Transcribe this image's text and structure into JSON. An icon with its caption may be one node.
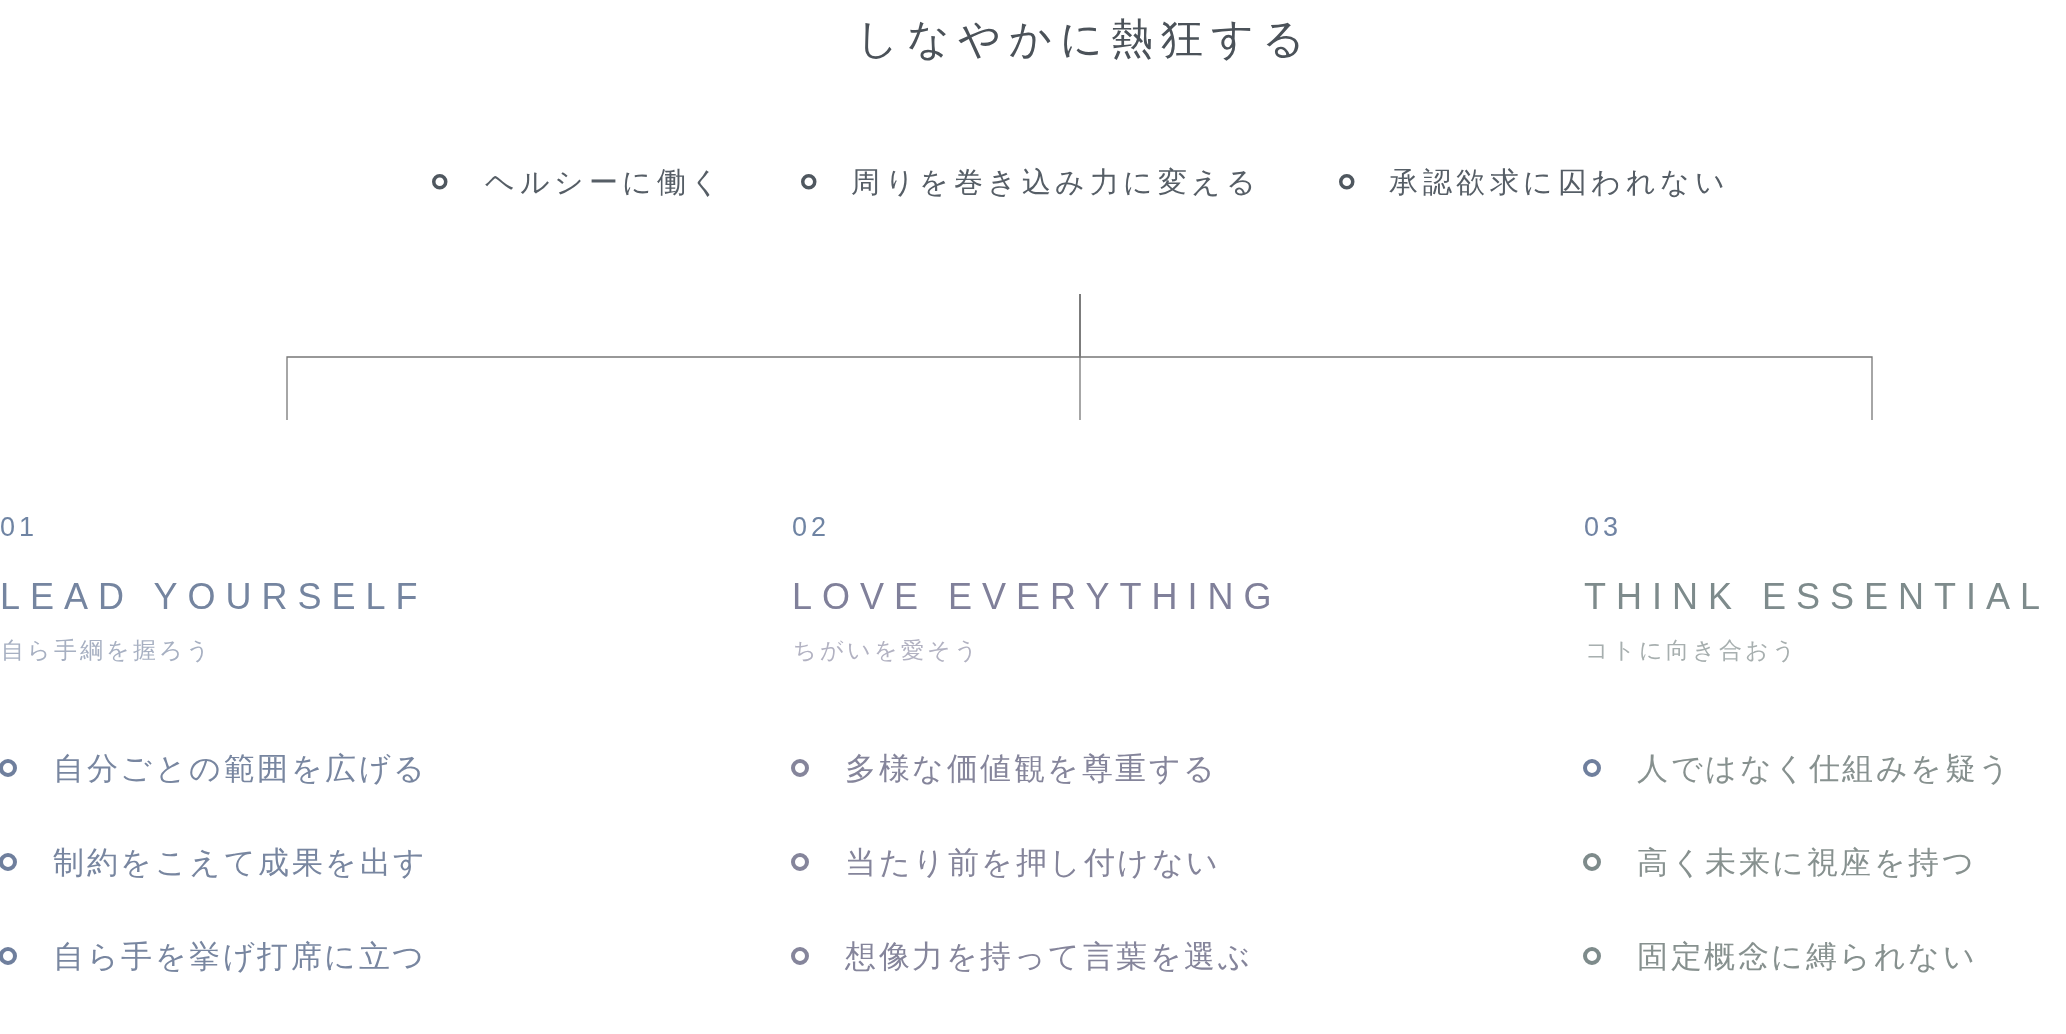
{
  "diagram": {
    "title": "しなやかに熱狂する",
    "nodes": [
      {
        "text": [
          "ヘルシーに働く",
          "周りを巻き込み力に変える",
          "承認欲求に囚われない"
        ]
      },
      {
        "text": [
          "01",
          "LEAD YOURSELF",
          "自ら手綱を握ろう",
          "自分ごとの範囲を広げる",
          "制約をこえて成果を出す",
          "自ら手を挙げ打席に立つ"
        ]
      },
      {
        "text": [
          "02",
          "LOVE EVERYTHING",
          "ちがいを愛そう",
          "多様な価値観を尊重する",
          "当たり前を押し付けない",
          "想像力を持って言葉を選ぶ"
        ]
      },
      {
        "text": [
          "03",
          "THINK ESSENTIAL",
          "コトに向き合おう",
          "人ではなく仕組みを疑う",
          "高く未来に視座を持つ",
          "固定概念に縛られない"
        ]
      }
    ],
    "edges": [
      {
        "from": 0,
        "to": 1,
        "arrow": "none"
      },
      {
        "from": 0,
        "to": 2,
        "arrow": "none"
      },
      {
        "from": 0,
        "to": 3,
        "arrow": "none"
      }
    ]
  }
}
